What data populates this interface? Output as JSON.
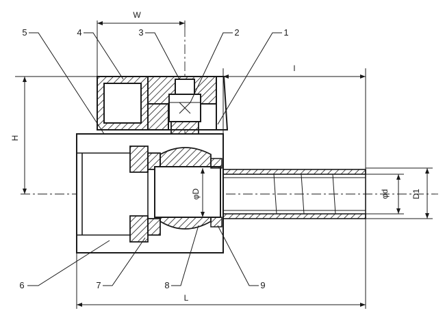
{
  "parts": [
    "1",
    "2",
    "3",
    "4",
    "5",
    "6",
    "7",
    "8",
    "9"
  ],
  "dimensions": {
    "width": "W",
    "height": "H",
    "length_total": "L",
    "length_tail": "l",
    "inner_diameter": "φD",
    "hose_diameter": "φd",
    "outer_diameter": "D1"
  }
}
